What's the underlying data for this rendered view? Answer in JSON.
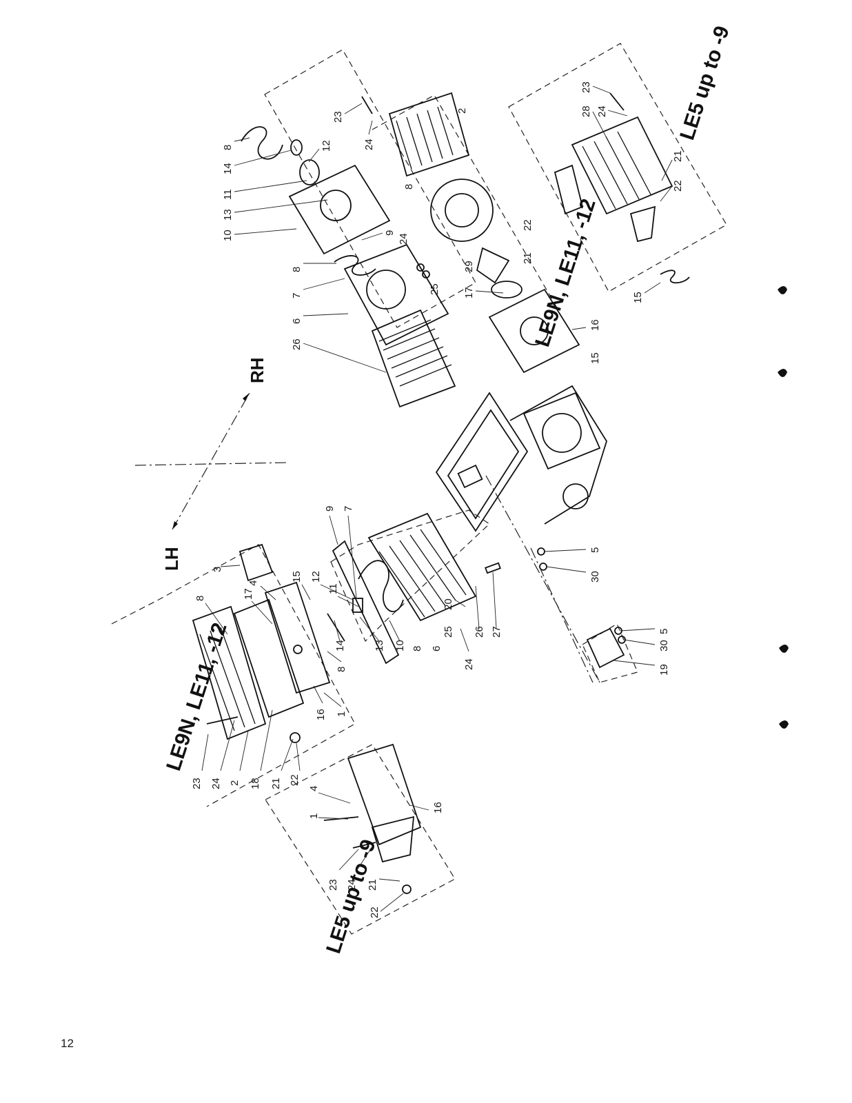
{
  "page": {
    "number": "12"
  },
  "orientation": {
    "left": "LH",
    "right": "RH"
  },
  "variants": {
    "upper_left": "LE9N, LE11, -12",
    "upper_right": "LE5 up to -9",
    "lower_left": "LE9N, LE11, -12",
    "lower_right": "LE5 up to -9"
  },
  "callouts": {
    "rh_cylinder": [
      "8",
      "14",
      "12",
      "11",
      "13",
      "10",
      "9",
      "8",
      "7",
      "6",
      "26",
      "23",
      "24",
      "24",
      "25",
      "2",
      "8",
      "22",
      "21",
      "29",
      "17",
      "16",
      "15"
    ],
    "rh_variant_le5": [
      "23",
      "28",
      "24",
      "21",
      "22",
      "15"
    ],
    "lh_cylinder": [
      "9",
      "7",
      "12",
      "11",
      "15",
      "14",
      "13",
      "10",
      "8",
      "6",
      "20",
      "25",
      "24",
      "26",
      "27",
      "5",
      "30",
      "30",
      "5",
      "19"
    ],
    "lh_head": [
      "3",
      "8",
      "17",
      "4",
      "8",
      "16",
      "1",
      "23",
      "24",
      "2",
      "18",
      "21",
      "22"
    ],
    "lh_variant_le5": [
      "4",
      "1",
      "16",
      "23",
      "24",
      "21",
      "22"
    ]
  }
}
